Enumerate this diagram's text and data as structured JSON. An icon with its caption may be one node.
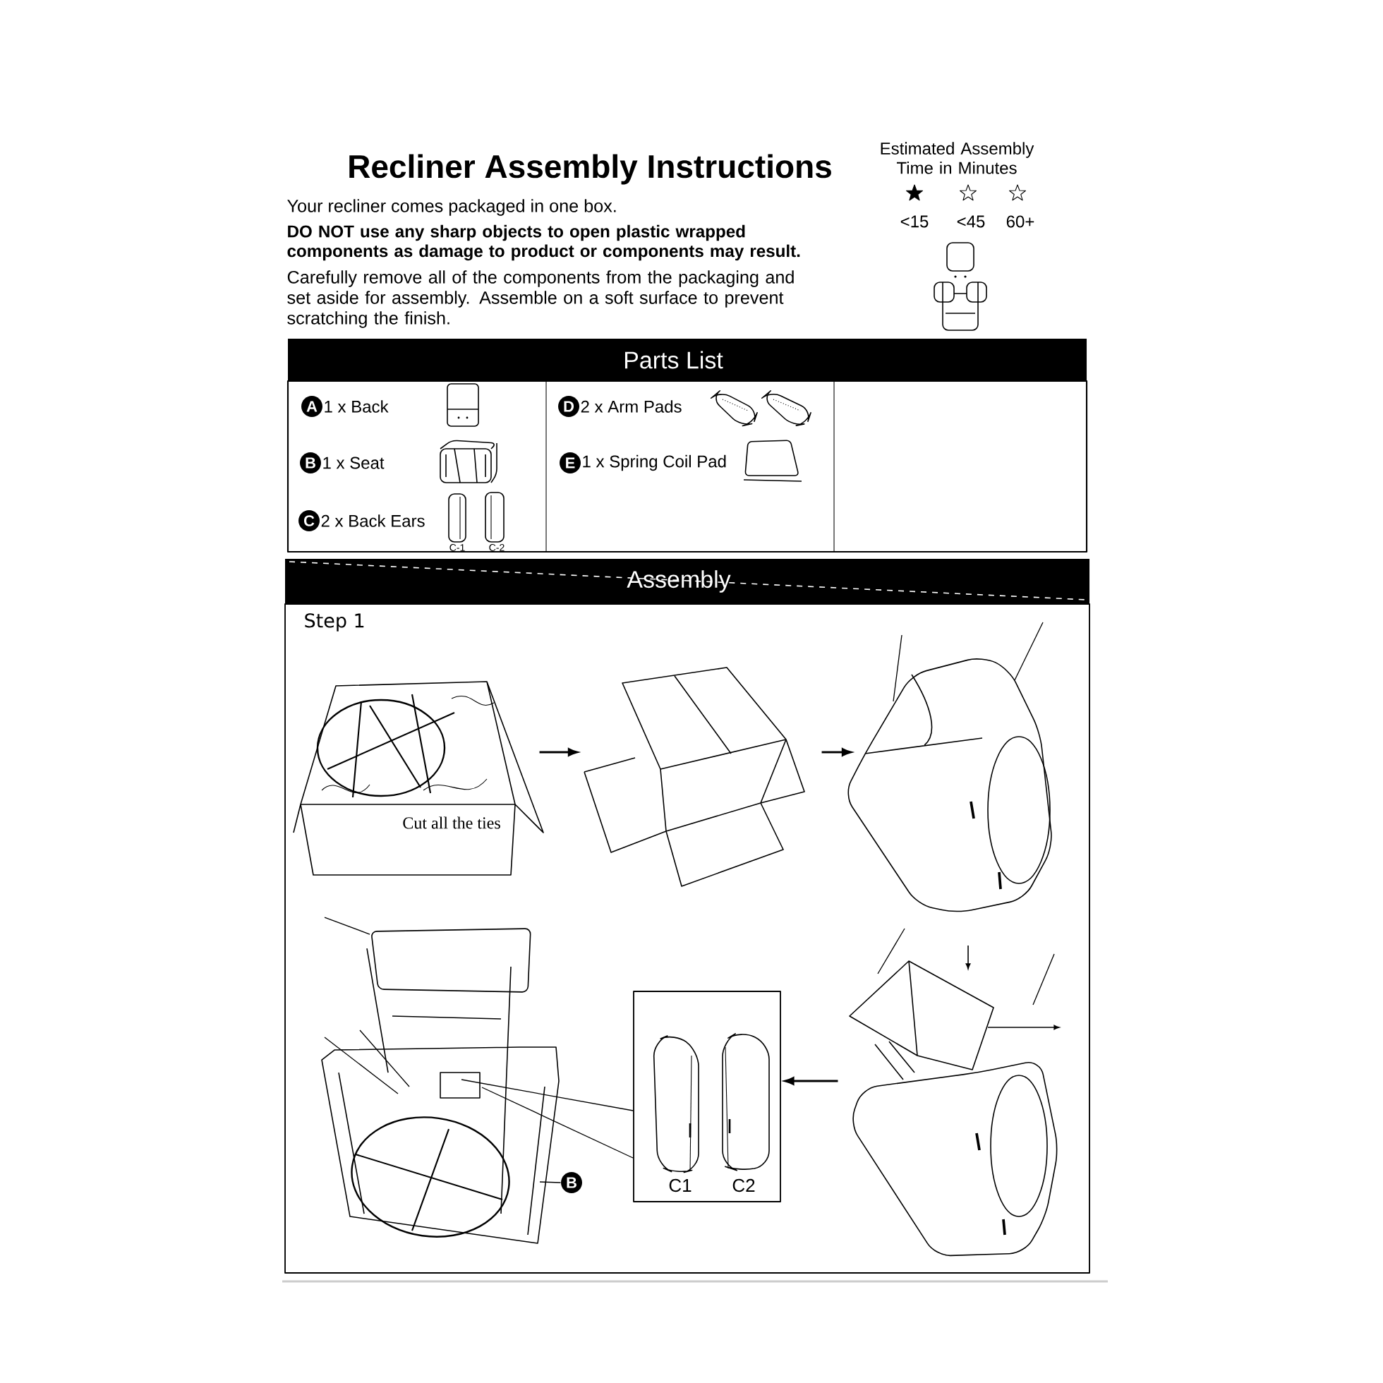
{
  "diagram": {
    "title": "Recliner Assembly Instructions",
    "nodes": [
      {
        "text": [
          "A"
        ],
        "beside": [
          "1 x Back"
        ]
      },
      {
        "text": [
          "D"
        ],
        "beside": [
          "2 x Arm Pads"
        ]
      },
      {
        "text": [
          "B"
        ],
        "beside": [
          "1 x Seat"
        ]
      },
      {
        "text": [
          "E"
        ],
        "beside": [
          "1 x Spring Coil Pad"
        ]
      },
      {
        "text": [
          "C"
        ],
        "beside": [
          "2 x Back Ears"
        ]
      },
      {
        "text": [
          "Cut all the ties"
        ]
      },
      {
        "text": [],
        "shape": "picture"
      },
      {
        "text": [],
        "shape": "picture"
      },
      {
        "text": [],
        "shape": "picture"
      },
      {
        "text": [
          "C1",
          "C2"
        ]
      },
      {
        "text": [],
        "shape": "picture"
      },
      {
        "text": [
          "B"
        ]
      }
    ],
    "edges": [
      {
        "from": 5,
        "to": 6,
        "arrow": "to"
      },
      {
        "from": 6,
        "to": 7,
        "arrow": "to"
      },
      {
        "from": 8,
        "to": 9,
        "arrow": "to"
      },
      {
        "from": 9,
        "to": 10,
        "arrow": "none"
      },
      {
        "from": 9,
        "to": 10,
        "arrow": "none"
      },
      {
        "from": 11,
        "to": 10,
        "arrow": "none"
      }
    ],
    "labels": [
      "Estimated Assembly Time in Minutes",
      "<15",
      "<45",
      "60+",
      "Your recliner comes packaged in one box.",
      "DO NOT use any sharp objects to open plastic wrapped components as damage to product or components may result.",
      "Carefully remove all of the components from the packaging and set aside for assembly. Assemble on a soft surface to prevent scratching the finish.",
      "Parts List",
      "C-1",
      "C-2",
      "Assembly",
      "Step 1"
    ]
  }
}
